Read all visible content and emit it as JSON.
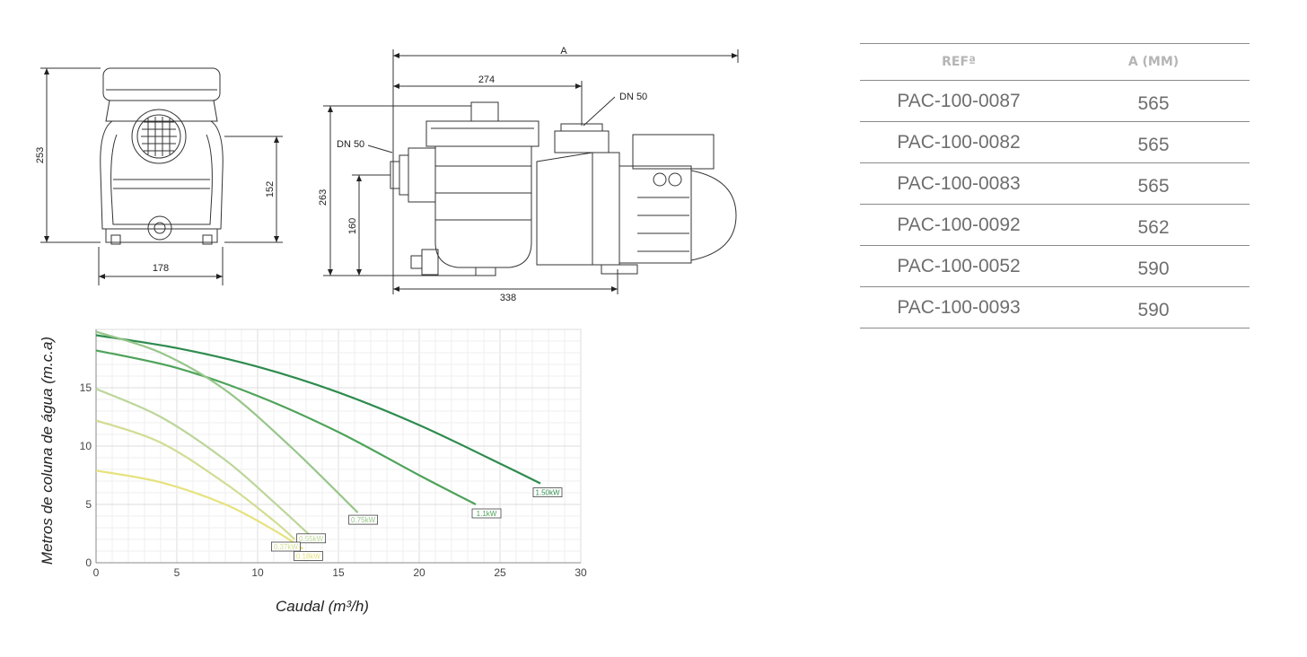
{
  "drawing": {
    "front_dims": {
      "height_total": "253",
      "height_outlet": "152",
      "width": "178"
    },
    "side_dims": {
      "overall": "A",
      "to_outlet": "274",
      "outlet_label": "DN 50",
      "inlet_label": "DN 50",
      "height_total": "263",
      "height_inlet": "160",
      "base_length": "338"
    }
  },
  "table": {
    "headers": [
      "REFª",
      "A (MM)"
    ],
    "rows": [
      [
        "PAC-100-0087",
        "565"
      ],
      [
        "PAC-100-0082",
        "565"
      ],
      [
        "PAC-100-0083",
        "565"
      ],
      [
        "PAC-100-0092",
        "562"
      ],
      [
        "PAC-100-0052",
        "590"
      ],
      [
        "PAC-100-0093",
        "590"
      ]
    ]
  },
  "chart_data": {
    "type": "line",
    "xlabel": "Caudal (m³/h)",
    "ylabel": "Metros de coluna de água (m.c.a)",
    "xlim": [
      0,
      30
    ],
    "ylim": [
      0,
      20
    ],
    "xticks": [
      "0",
      "5",
      "10",
      "15",
      "20",
      "25",
      "30"
    ],
    "yticks": [
      "0",
      "5",
      "10",
      "15"
    ],
    "grid": true,
    "series": [
      {
        "name": "1.50kW",
        "color": "#2e8b4e",
        "x": [
          0,
          5,
          10,
          15,
          20,
          25,
          27.5
        ],
        "y": [
          19.5,
          18.4,
          16.8,
          14.6,
          11.8,
          8.5,
          6.8
        ]
      },
      {
        "name": "1.1kW",
        "color": "#4ea35a",
        "x": [
          0,
          5,
          10,
          15,
          20,
          23.5
        ],
        "y": [
          18.2,
          16.7,
          14.3,
          11.2,
          7.5,
          5.0
        ]
      },
      {
        "name": "0.75kW",
        "color": "#97c68a",
        "x": [
          0,
          4,
          8,
          12,
          16.2
        ],
        "y": [
          19.8,
          18.0,
          14.8,
          10.0,
          4.3
        ]
      },
      {
        "name": "0.55kW",
        "color": "#bcd69a",
        "x": [
          0,
          4,
          8,
          11,
          13.2
        ],
        "y": [
          14.9,
          12.5,
          8.8,
          5.2,
          2.4
        ]
      },
      {
        "name": "0.37kW",
        "color": "#d3dc93",
        "x": [
          0,
          4,
          8,
          11,
          12.3
        ],
        "y": [
          12.2,
          10.3,
          6.8,
          3.6,
          2.0
        ]
      },
      {
        "name": "0.18kW",
        "color": "#e6e27d",
        "x": [
          0,
          4,
          8,
          11,
          12.8
        ],
        "y": [
          7.9,
          6.9,
          5.0,
          2.8,
          1.2
        ]
      }
    ]
  }
}
